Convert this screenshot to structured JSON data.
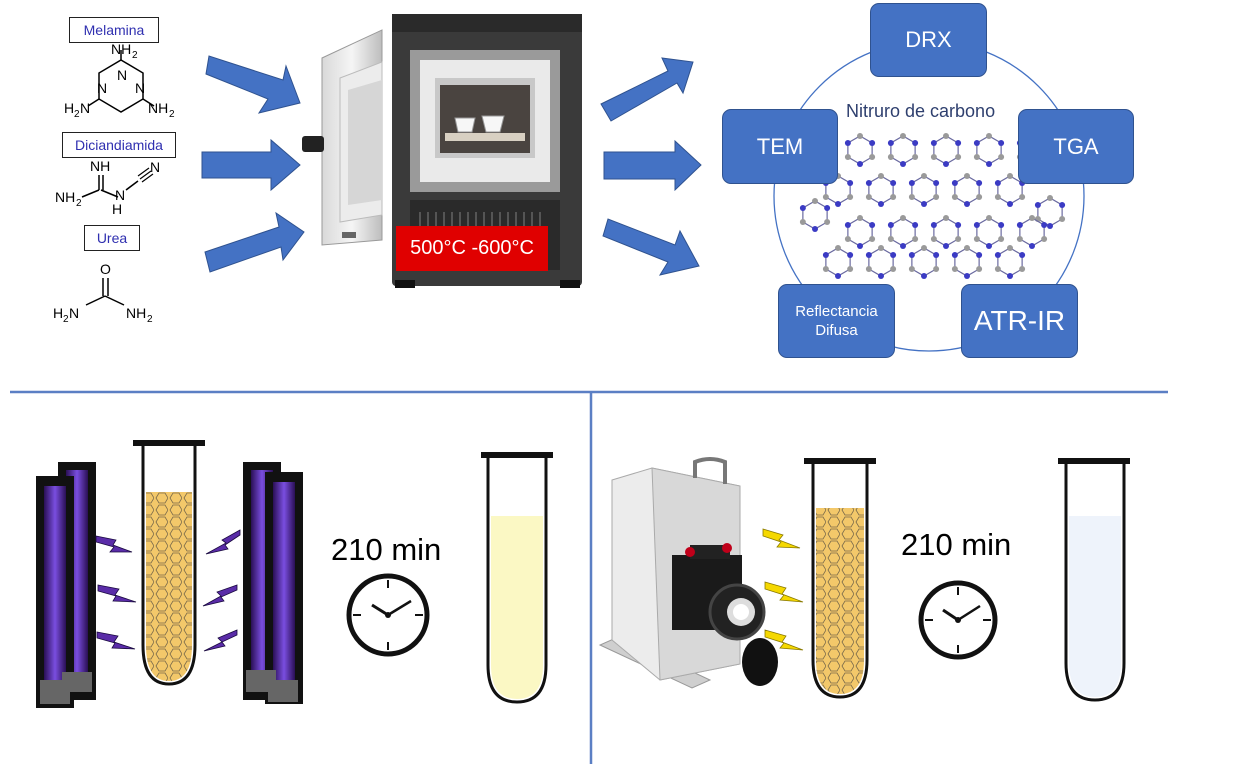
{
  "precursors": {
    "melamina": "Melamina",
    "diciandiamida": "Diciandiamida",
    "urea": "Urea"
  },
  "furnace": {
    "temperature_label": "500°C -600°C"
  },
  "characterization": {
    "center_label": "Nitruro de carbono",
    "techniques": {
      "drx": "DRX",
      "tem": "TEM",
      "tga": "TGA",
      "reflectancia": "Reflectancia Difusa",
      "atr_ir": "ATR-IR"
    }
  },
  "experiments": {
    "left_time": "210 min",
    "right_time": "210 min"
  },
  "colors": {
    "node_blue": "#4472c4",
    "arrow_blue": "#4472c4",
    "divider": "#5b7fc4",
    "uv_lamp": "#5a2ca8",
    "catalyst": "#f3c86a",
    "solution_left": "#fbf8c4",
    "solution_right": "#eef3fb",
    "furnace_label": "#e00000"
  },
  "icons": [
    "uv-lamp-icon",
    "lightning-icon",
    "clock-icon",
    "test-tube-icon",
    "furnace-icon",
    "lamp-source-icon"
  ]
}
